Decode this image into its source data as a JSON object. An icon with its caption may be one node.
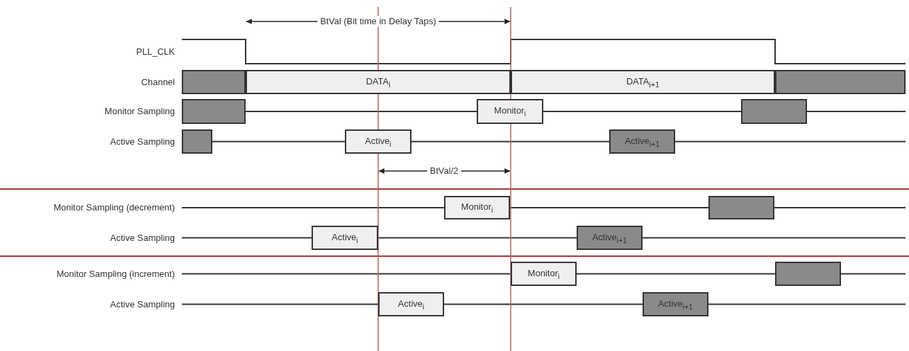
{
  "diagram": {
    "nodes": [
      {
        "text": [],
        "shape": "box"
      },
      {
        "text": [
          "DATA$_{i}$"
        ]
      },
      {
        "text": [
          "DATA$_{i+1}$"
        ]
      },
      {
        "text": [],
        "shape": "box"
      },
      {
        "text": [],
        "shape": "box"
      },
      {
        "text": [
          "Monitor$_{i}$"
        ]
      },
      {
        "text": [],
        "shape": "box"
      },
      {
        "text": [],
        "shape": "box"
      },
      {
        "text": [
          "Active$_{i}$"
        ]
      },
      {
        "text": [
          "Active$_{i+1}$"
        ]
      },
      {
        "text": [
          "Monitor$_{i}$"
        ]
      },
      {
        "text": [],
        "shape": "box"
      },
      {
        "text": [
          "Active$_{i}$"
        ]
      },
      {
        "text": [
          "Active$_{i+1}$"
        ]
      },
      {
        "text": [
          "Monitor$_{i}$"
        ]
      },
      {
        "text": [],
        "shape": "box"
      },
      {
        "text": [
          "Active$_{i}$"
        ]
      },
      {
        "text": [
          "Active$_{i+1}$"
        ]
      }
    ],
    "edges": [],
    "labels": [
      "BtVal (Bit time in Delay Taps)",
      "PLL_CLK",
      "Channel",
      "Monitor Sampling",
      "Active Sampling",
      "BtVal/2",
      "Monitor Sampling (decrement)",
      "Active Sampling",
      "Monitor Sampling (increment)",
      "Active Sampling"
    ]
  }
}
